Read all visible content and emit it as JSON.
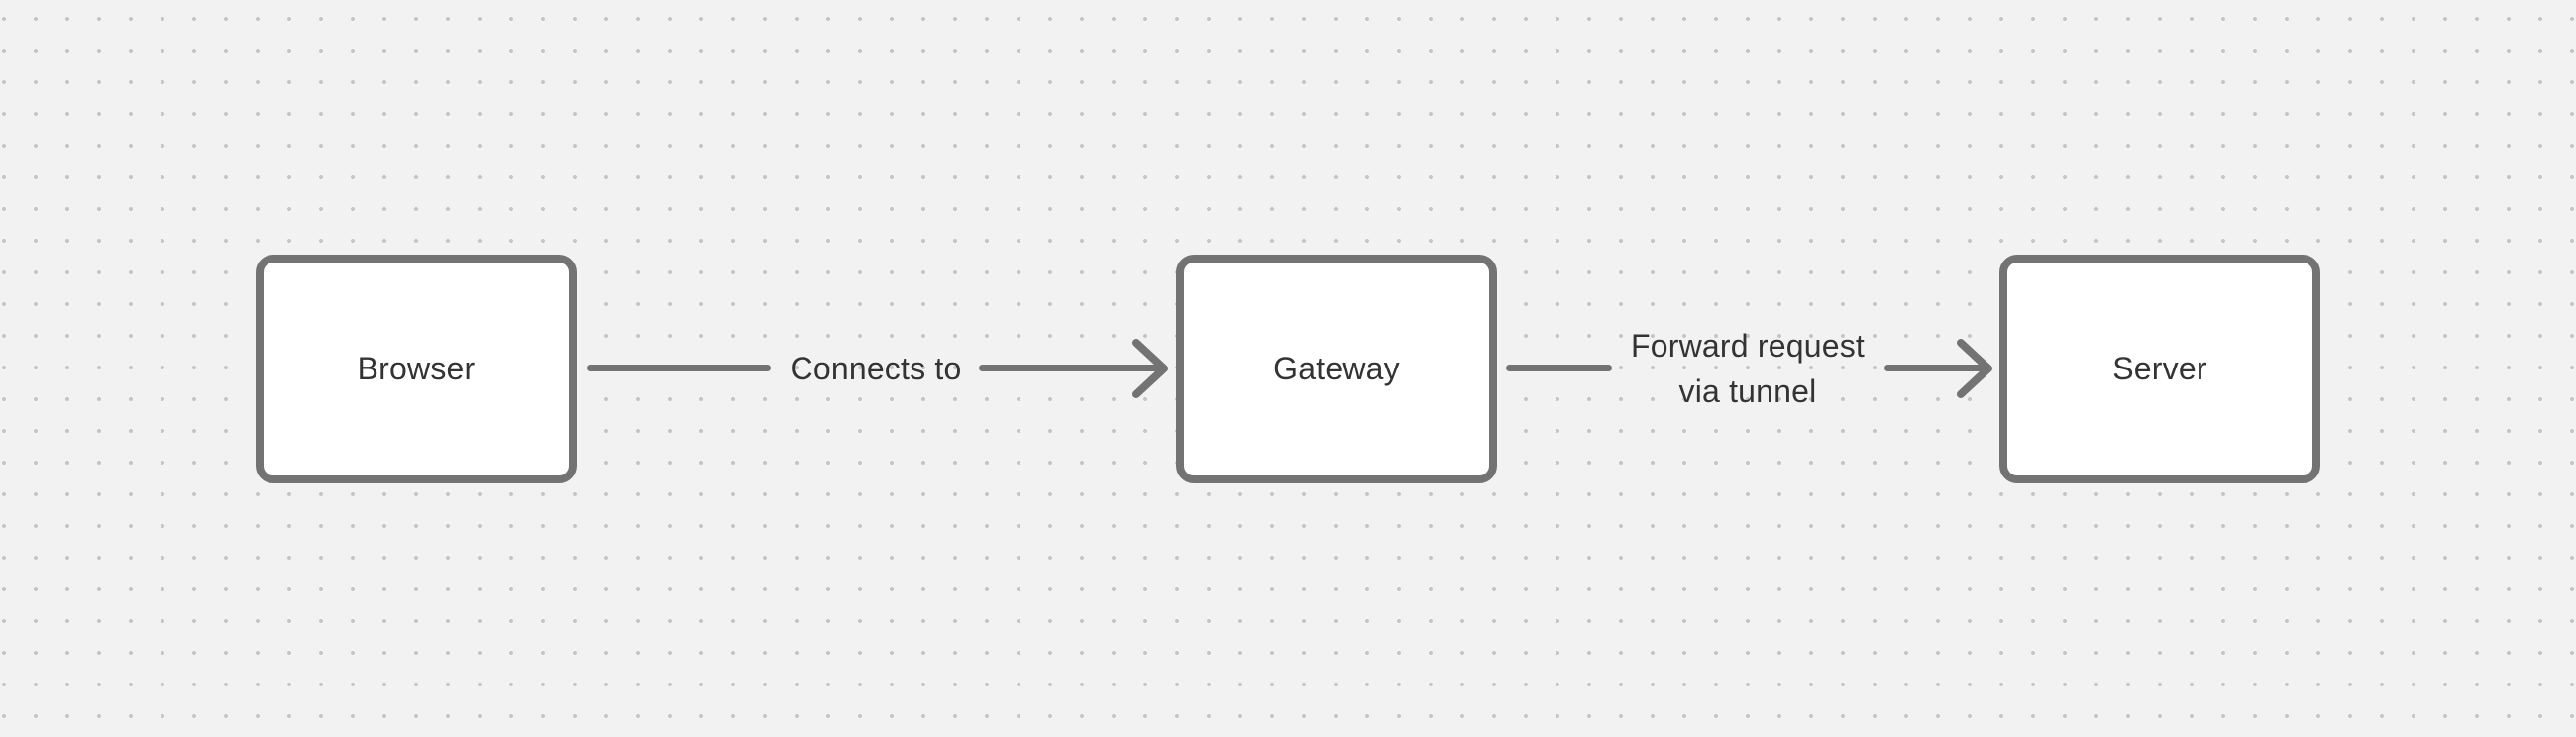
{
  "canvas": {
    "type": "diagram-canvas",
    "background_color": "#F2F2F2",
    "grid_dot_color": "#C6C6C6",
    "stroke_color": "#737373",
    "text_color": "#333333",
    "node_fill_color": "#FFFFFF"
  },
  "diagram": {
    "nodes": [
      {
        "id": "browser",
        "label": "Browser"
      },
      {
        "id": "gateway",
        "label": "Gateway"
      },
      {
        "id": "server",
        "label": "Server"
      }
    ],
    "edges": [
      {
        "from": "browser",
        "to": "gateway",
        "label": "Connects to"
      },
      {
        "from": "gateway",
        "to": "server",
        "label": "Forward request\nvia tunnel"
      }
    ]
  }
}
